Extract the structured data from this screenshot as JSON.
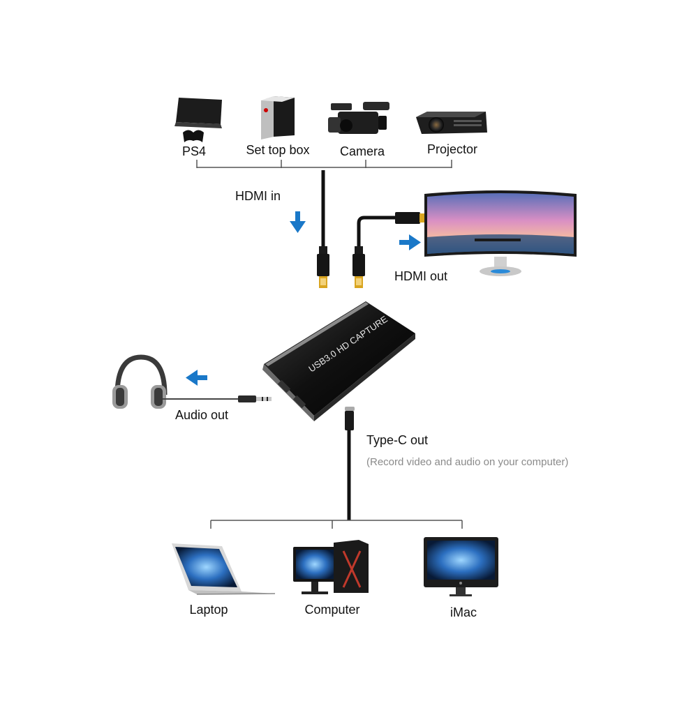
{
  "sources": {
    "ps4": "PS4",
    "set_top_box": "Set top box",
    "camera": "Camera",
    "projector": "Projector"
  },
  "ports": {
    "hdmi_in": "HDMI in",
    "hdmi_out": "HDMI out",
    "audio_out": "Audio out",
    "type_c_out": "Type-C out",
    "type_c_note": "(Record video and audio on your computer)"
  },
  "device": {
    "label": "USB3.0 HD CAPTURE"
  },
  "targets": {
    "laptop": "Laptop",
    "computer": "Computer",
    "imac": "iMac"
  },
  "colors": {
    "arrow": "#1a78c8",
    "line": "#555555",
    "cable": "#111111",
    "connector_gold": "#d9a520"
  },
  "icons": [
    "game-console-icon",
    "set-top-box-icon",
    "video-camera-icon",
    "projector-icon",
    "curved-monitor-icon",
    "headphones-icon",
    "laptop-icon",
    "desktop-computer-icon",
    "imac-icon"
  ]
}
